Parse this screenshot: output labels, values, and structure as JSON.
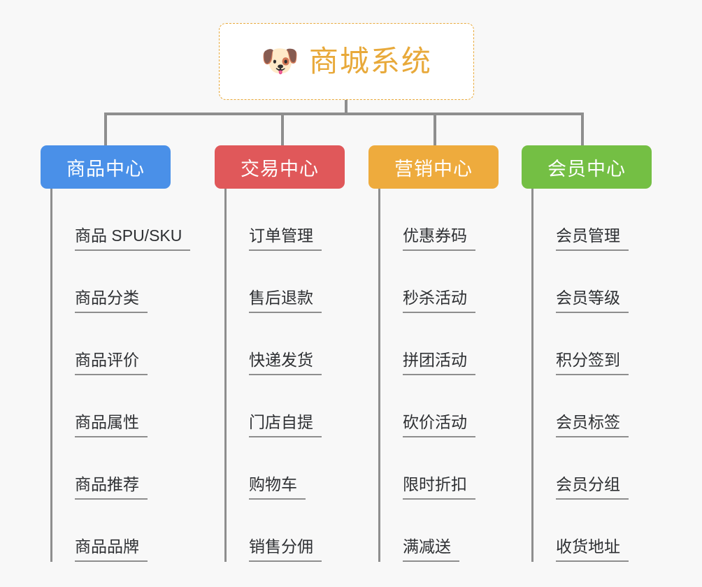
{
  "page": {
    "background_color": "#f8f8f8",
    "line_color": "#8e8e8e",
    "text_color": "#2e3033"
  },
  "root": {
    "icon": "🐶",
    "icon_name": "shiba-dog-face-icon",
    "title": "商城系统",
    "accent_color": "#e8a93a",
    "border_style": "dashed",
    "background_color": "#ffffff"
  },
  "columns": [
    {
      "id": "product-center",
      "label": "商品中心",
      "color": "#4a90e8",
      "items": [
        "商品 SPU/SKU",
        "商品分类",
        "商品评价",
        "商品属性",
        "商品推荐",
        "商品品牌"
      ]
    },
    {
      "id": "trade-center",
      "label": "交易中心",
      "color": "#e0585a",
      "items": [
        "订单管理",
        "售后退款",
        "快递发货",
        "门店自提",
        "购物车",
        "销售分佣"
      ]
    },
    {
      "id": "marketing-center",
      "label": "营销中心",
      "color": "#eeab3d",
      "items": [
        "优惠券码",
        "秒杀活动",
        "拼团活动",
        "砍价活动",
        "限时折扣",
        "满减送"
      ]
    },
    {
      "id": "member-center",
      "label": "会员中心",
      "color": "#74bf44",
      "items": [
        "会员管理",
        "会员等级",
        "积分签到",
        "会员标签",
        "会员分组",
        "收货地址"
      ]
    }
  ]
}
